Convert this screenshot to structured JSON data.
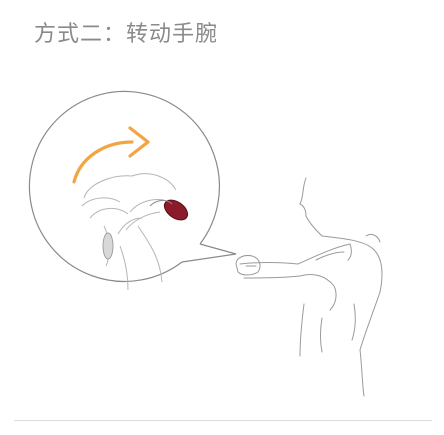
{
  "title": "方式二：转动手腕",
  "colors": {
    "arrow": "#F2A540",
    "line": "#9a9a9a",
    "watch_band": "#8B1A2A",
    "divider": "#dcdcdc"
  },
  "icons": {
    "rotation_arrow": "curved-arrow-icon",
    "wrist_detail": "wrist-watch-illustration",
    "person": "person-raising-wrist-illustration"
  }
}
